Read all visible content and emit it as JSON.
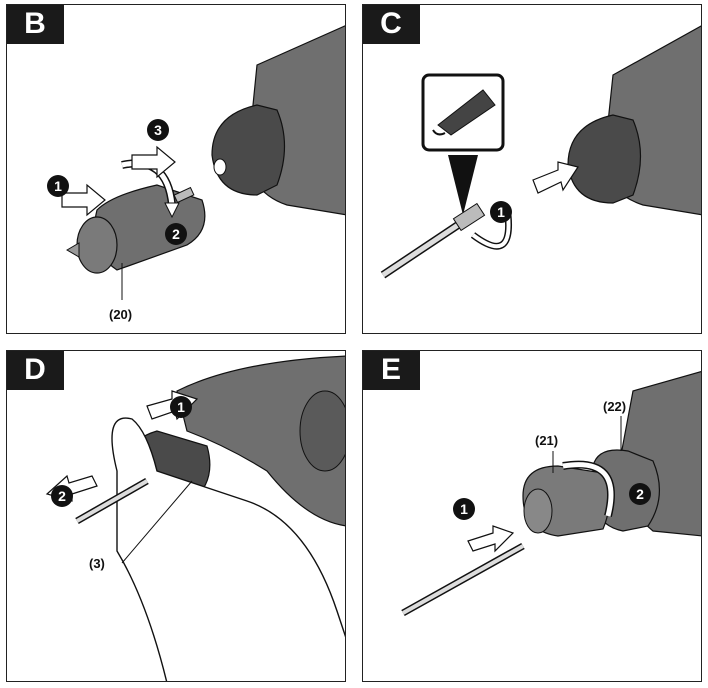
{
  "panels": {
    "B": {
      "letter": "B",
      "steps": [
        "1",
        "2",
        "3"
      ],
      "ref": "(20)"
    },
    "C": {
      "letter": "C",
      "steps": [
        "1"
      ]
    },
    "D": {
      "letter": "D",
      "steps": [
        "1",
        "2"
      ],
      "ref": "(3)"
    },
    "E": {
      "letter": "E",
      "steps": [
        "1",
        "2"
      ],
      "refs": [
        "(21)",
        "(22)"
      ]
    }
  },
  "colors": {
    "tool_body": "#6f6f6f",
    "tool_dark": "#4a4a4a",
    "outline": "#111111",
    "tab": "#1a1a1a"
  }
}
